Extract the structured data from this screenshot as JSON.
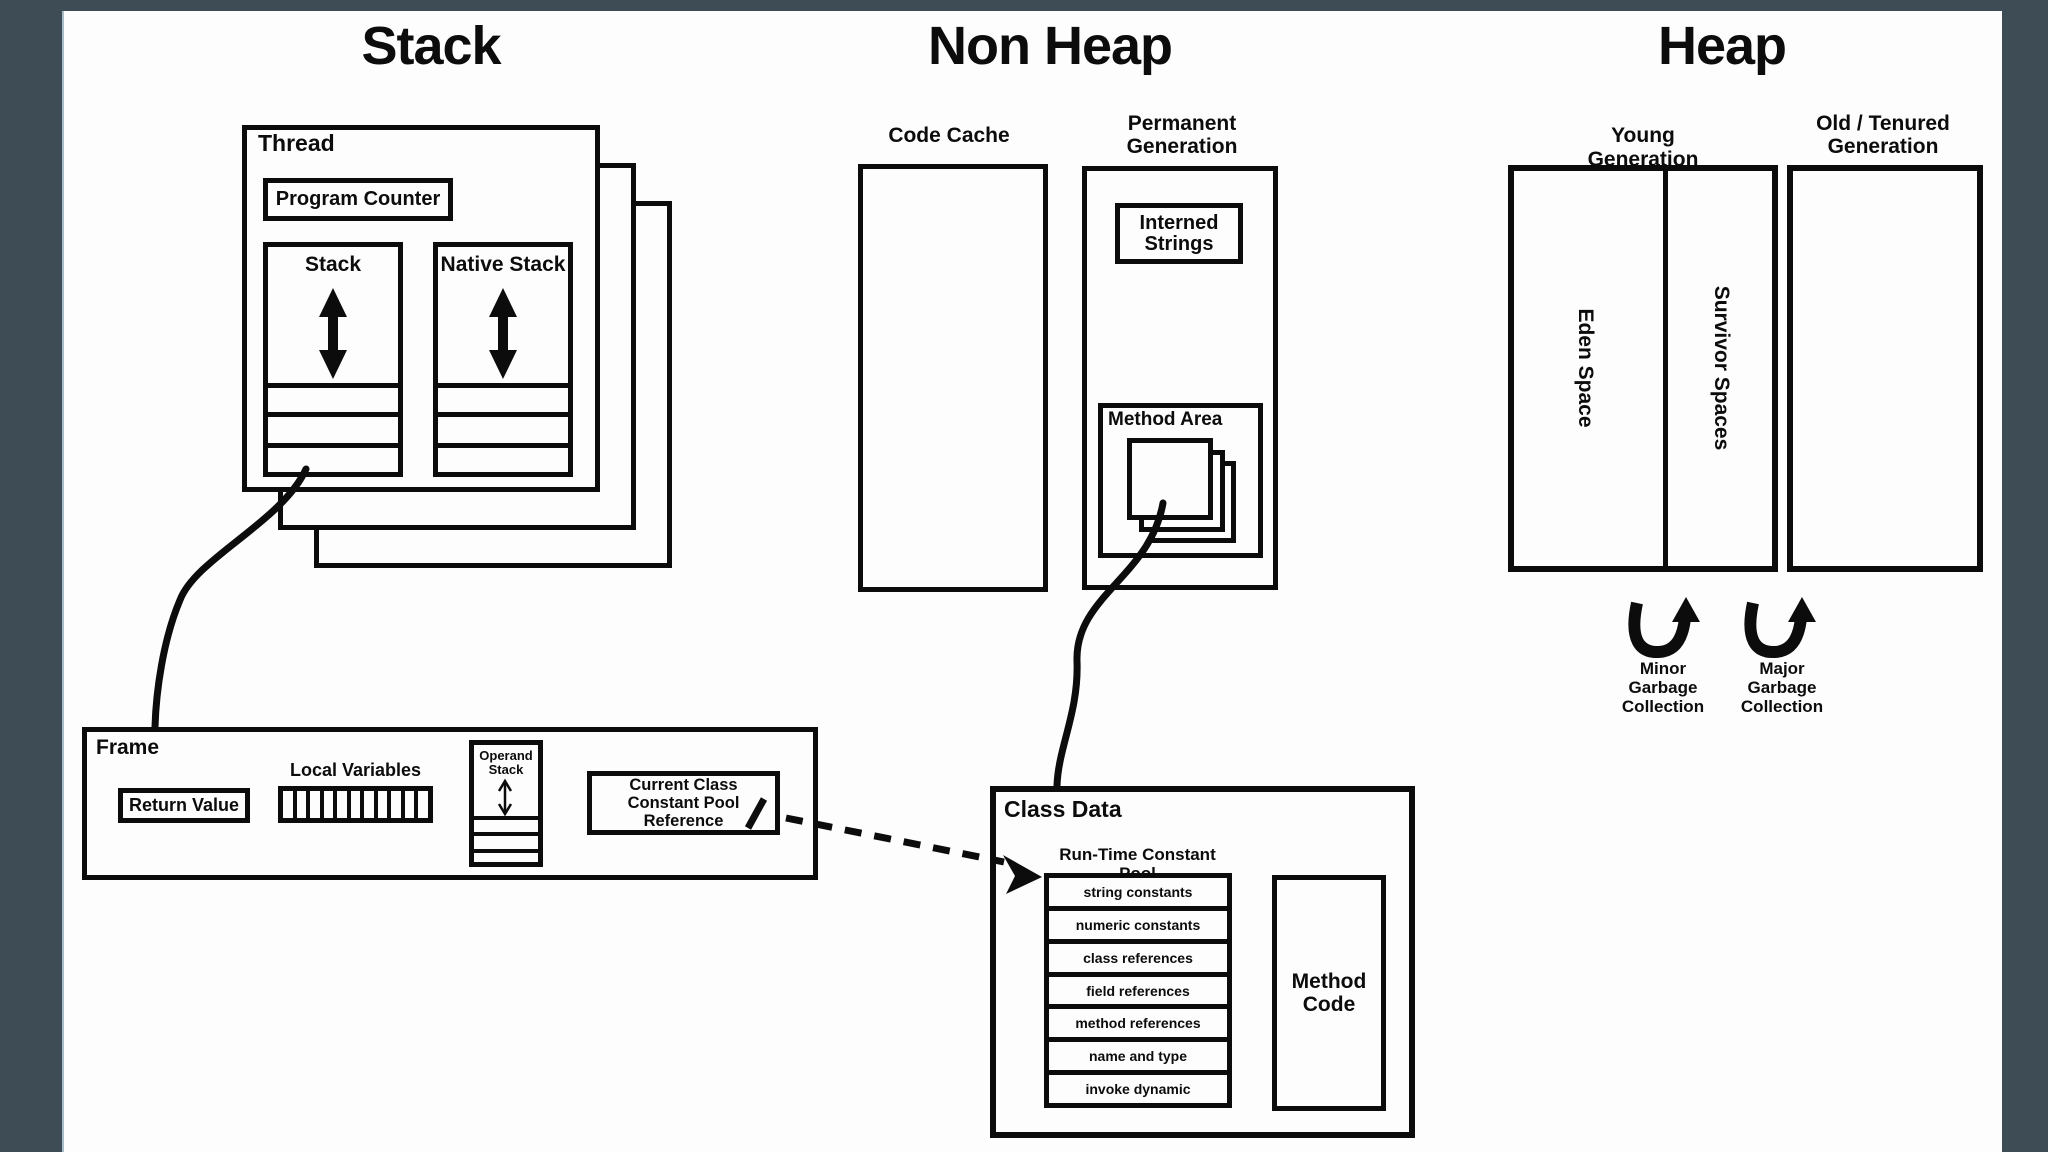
{
  "titles": {
    "stack": "Stack",
    "nonHeap": "Non Heap",
    "heap": "Heap"
  },
  "thread": {
    "label": "Thread",
    "programCounter": "Program Counter",
    "stack": "Stack",
    "nativeStack": "Native Stack"
  },
  "frame": {
    "label": "Frame",
    "returnValue": "Return Value",
    "localVariables": "Local Variables",
    "operandStack": "Operand\nStack",
    "currentClassRef": "Current Class\nConstant Pool\nReference"
  },
  "classData": {
    "label": "Class Data",
    "poolTitle": "Run-Time Constant Pool",
    "rows": [
      "string constants",
      "numeric constants",
      "class references",
      "field references",
      "method references",
      "name and type",
      "invoke dynamic"
    ],
    "methodCode": "Method\nCode"
  },
  "nonHeap": {
    "codeCache": "Code Cache",
    "permanentGeneration": "Permanent\nGeneration",
    "internedStrings": "Interned\nStrings",
    "methodArea": "Method Area"
  },
  "heap": {
    "youngGeneration": "Young Generation",
    "oldGeneration": "Old / Tenured\nGeneration",
    "edenSpace": "Eden Space",
    "survivorSpaces": "Survivor Spaces",
    "minorGc": "Minor\nGarbage\nCollection",
    "majorGc": "Major\nGarbage\nCollection"
  },
  "colors": {
    "surround": "#3d4c55",
    "ink": "#0c0c0c",
    "paper": "#fdfdfd"
  }
}
